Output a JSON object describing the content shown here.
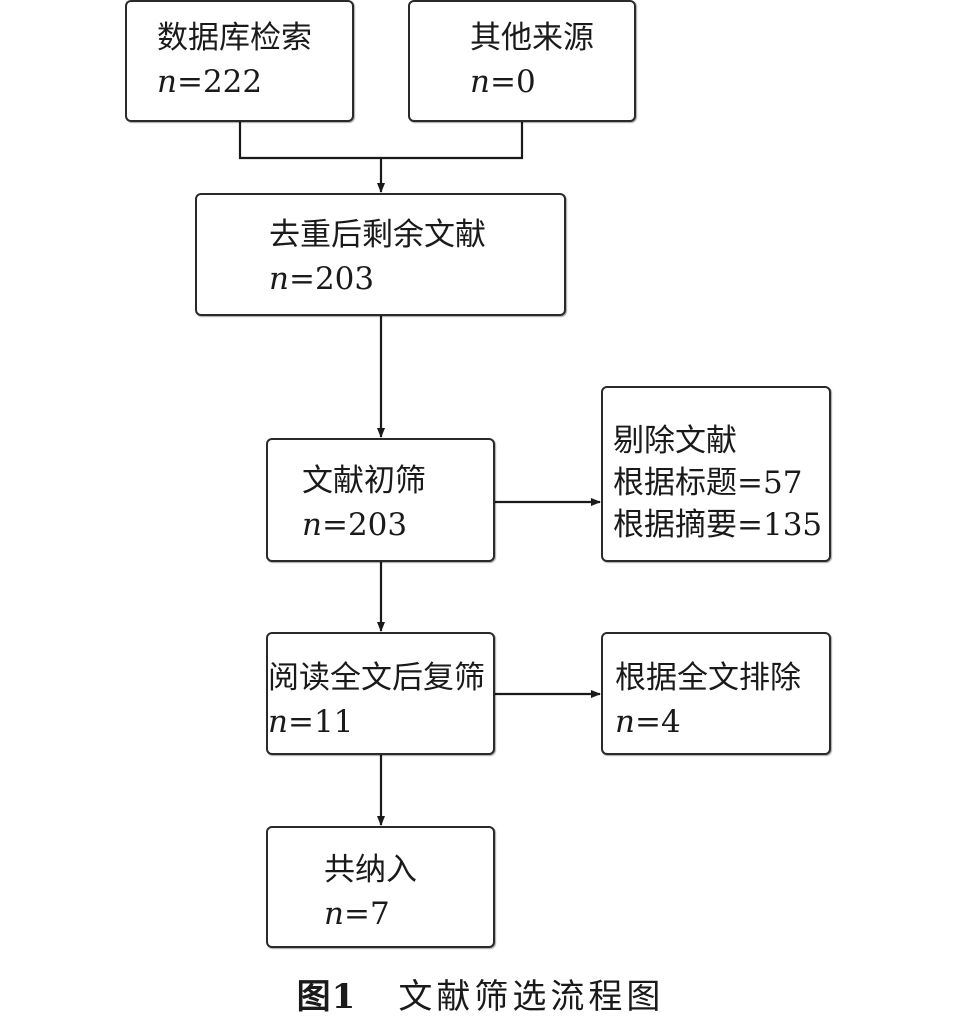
{
  "boxes": {
    "database": {
      "label": "数据库检索",
      "n_prefix": "n",
      "n_value": "=222"
    },
    "other": {
      "label": "其他来源",
      "n_prefix": "n",
      "n_value": "=0"
    },
    "dedup": {
      "label": "去重后剩余文献",
      "n_prefix": "n",
      "n_value": "=203"
    },
    "initial": {
      "label": "文献初筛",
      "n_prefix": "n",
      "n_value": "=203"
    },
    "excluded": {
      "label": "剔除文献",
      "by_title": "根据标题=57",
      "by_abstract": "根据摘要=135"
    },
    "fulltext": {
      "label": "阅读全文后复筛",
      "n_prefix": "n",
      "n_value": "=11"
    },
    "fulltext_excluded": {
      "label": "根据全文排除",
      "n_prefix": "n",
      "n_value": "=4"
    },
    "included": {
      "label": "共纳入",
      "n_prefix": "n",
      "n_value": "=7"
    }
  },
  "caption": {
    "number": "图1",
    "title": "文献筛选流程图"
  }
}
